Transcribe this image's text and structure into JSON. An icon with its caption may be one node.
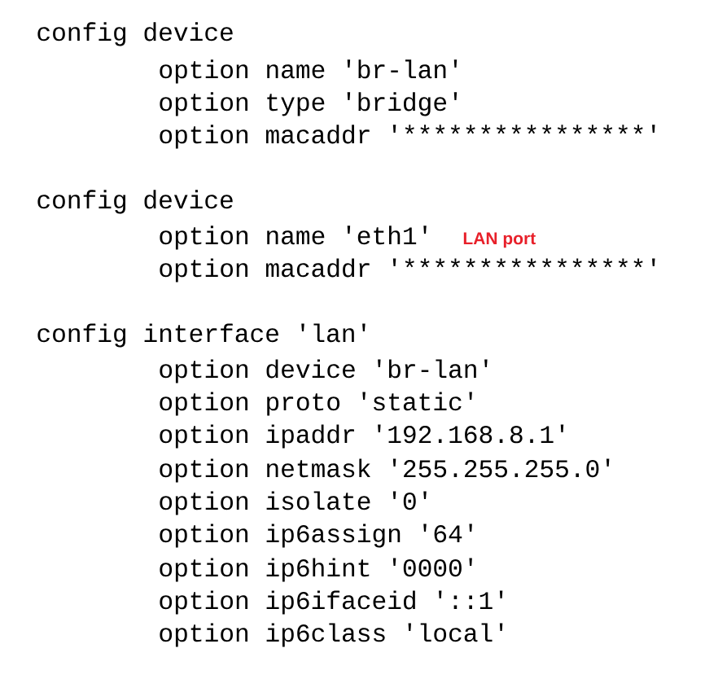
{
  "diagram": {
    "labels": [
      "config device",
      "option name 'br-lan'",
      "option type 'bridge'",
      "option macaddr '****************'",
      "config device",
      "option name 'eth1'",
      "LAN port",
      "option macaddr '****************'",
      "config interface 'lan'",
      "option device 'br-lan'",
      "option proto 'static'",
      "option ipaddr '192.168.8.1'",
      "option netmask '255.255.255.0'",
      "option isolate '0'",
      "option ip6assign '64'",
      "option ip6hint '0000'",
      "option ip6ifaceid '::1'",
      "option ip6class 'local'"
    ]
  }
}
